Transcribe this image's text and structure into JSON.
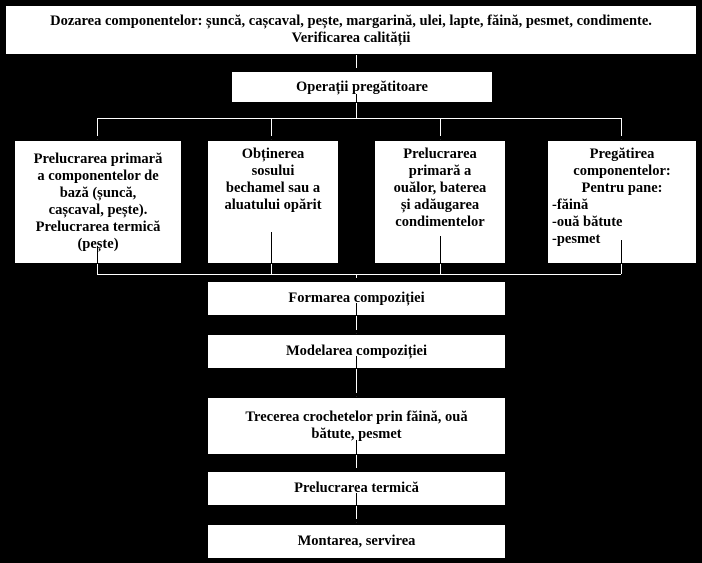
{
  "diagram": {
    "title_text": "Dozarea componentelor: șuncă, cașcaval, pește, margarină, ulei, lapte, făină, pesmet, condimente.\nVerificarea calității",
    "nodes": {
      "dozarea": "Dozarea componentelor: șuncă, cașcaval, pește, margarină, ulei, lapte, făină, pesmet, condimente.\nVerificarea calității",
      "operatii_pregatitoare": "Operații pregătitoare",
      "prelucrarea_primara_baza": "Prelucrarea primară\na componentelor de\nbază (șuncă,\ncașcaval, pește).\nPrelucrarea termică\n(pește)",
      "obtinerea_sosului": "Obținerea\nsosului\nbechamel sau a\naluatului opărit",
      "prelucrarea_primara_oua": "Prelucrarea\nprimară a\nouălor, baterea\nși adăugarea\ncondimentelor",
      "pregatirea_componentelor_head": "Pregătirea\ncomponentelor:\nPentru pane:",
      "pregatirea_componentelor_items": "-făină\n-ouă bătute\n-pesmet",
      "formarea_compozitiei": "Formarea compoziției",
      "modelarea_compozitiei": "Modelarea compoziției",
      "trecerea_crochetelor": "Trecerea crochetelor prin făină, ouă\nbătute, pesmet",
      "prelucrarea_termica": "Prelucrarea termică",
      "montarea_servirea": "Montarea, servirea"
    },
    "colors": {
      "background": "#000000",
      "box_fill": "#ffffff",
      "box_border": "#000000",
      "text": "#000000",
      "connector": "#ffffff"
    }
  }
}
